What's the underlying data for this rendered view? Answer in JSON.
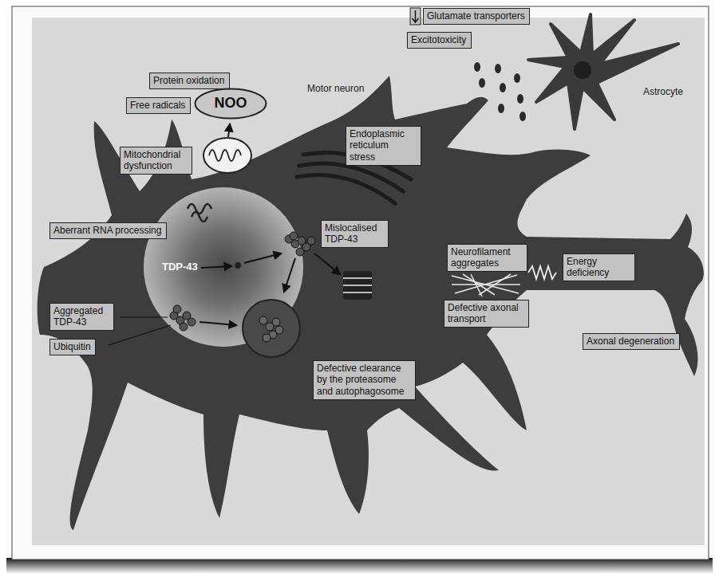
{
  "diagram": {
    "nodes": [
      {
        "text": [
          "Protein oxidation"
        ]
      },
      {
        "text": [
          "Glutamate transporters"
        ]
      },
      {
        "text": [
          "Free radicals"
        ]
      },
      {
        "text": [
          "NOO"
        ]
      },
      {
        "text": [
          "Excitotoxicity"
        ]
      },
      {
        "text": [
          "Endoplasmic reticulum stress"
        ]
      },
      {
        "text": [
          "Mitochondrial dysfunction"
        ]
      },
      {
        "text": [
          "Aberrant RNA processing"
        ]
      },
      {
        "text": [
          "Mislocalised TDP-43"
        ]
      },
      {
        "text": [
          "Aggregated TDP-43"
        ]
      },
      {
        "text": [
          "Ubiquitin"
        ]
      },
      {
        "text": [
          "Neurofilament aggregates"
        ]
      },
      {
        "text": [
          "Energy deficiency"
        ]
      },
      {
        "text": [
          "Defective clearance by the proteasome and autophagosome"
        ]
      },
      {
        "text": [
          "Defective axonal transport"
        ]
      },
      {
        "text": [
          "Axonal degeneration"
        ]
      }
    ],
    "labels": [
      "Motor neuron",
      "Astrocyte",
      "TDP-43"
    ]
  }
}
